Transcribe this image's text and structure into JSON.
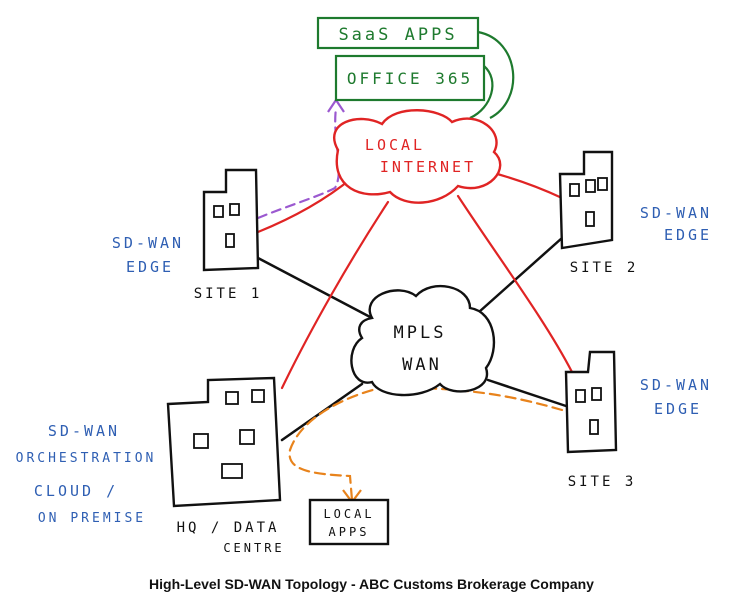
{
  "caption": "High-Level SD-WAN Topology - ABC Customs Brokerage Company",
  "nodes": {
    "saas": "SaaS APPS",
    "office365": "OFFICE 365",
    "internet": [
      "LOCAL",
      "INTERNET"
    ],
    "mpls": [
      "MPLS",
      "WAN"
    ],
    "site1": "SITE 1",
    "site2": "SITE 2",
    "site3": "SITE 3",
    "hq": [
      "HQ / DATA",
      "CENTRE"
    ],
    "local_apps": [
      "LOCAL",
      "APPS"
    ]
  },
  "annotations": {
    "edge_left": [
      "SD-WAN",
      "EDGE"
    ],
    "edge_right_top": [
      "SD-WAN",
      "EDGE"
    ],
    "edge_right_bottom": [
      "SD-WAN",
      "EDGE"
    ],
    "orchestration": [
      "SD-WAN",
      "ORCHESTRATION",
      "CLOUD /",
      "ON PREMISE"
    ]
  },
  "colors": {
    "black": "#111111",
    "red": "#e02424",
    "green": "#1e7a2e",
    "blue": "#2f5fb3",
    "purple": "#9b59d0",
    "orange": "#e8831c"
  }
}
